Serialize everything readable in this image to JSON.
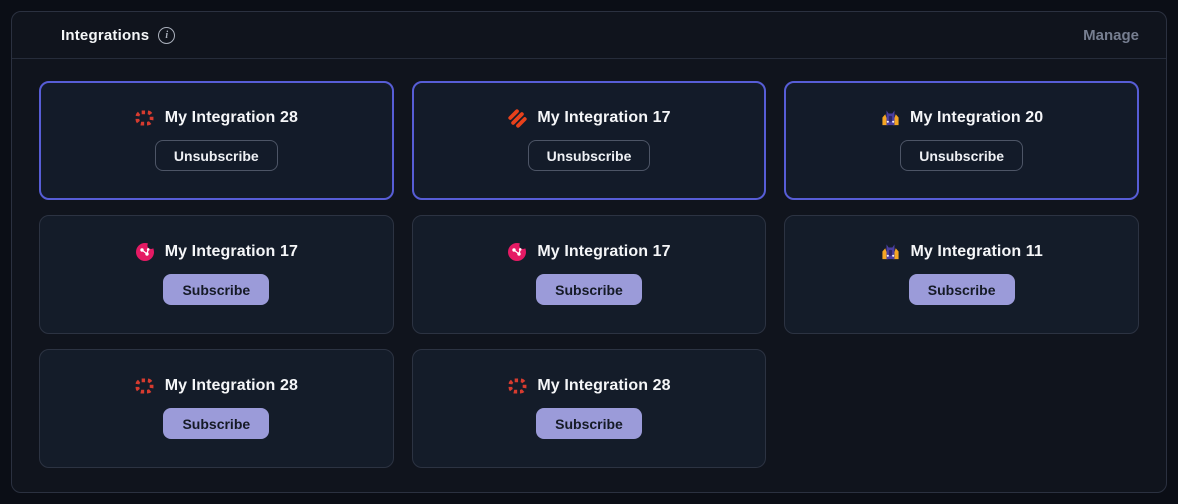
{
  "panel": {
    "title": "Integrations",
    "info_icon": "info-icon",
    "manage_label": "Manage"
  },
  "buttons": {
    "subscribe_label": "Subscribe",
    "unsubscribe_label": "Unsubscribe"
  },
  "cards": [
    {
      "name": "My Integration 28",
      "icon": "red-dashed-square-icon",
      "subscribed": true,
      "action": "Unsubscribe"
    },
    {
      "name": "My Integration 17",
      "icon": "orange-diagonal-stripes-icon",
      "subscribed": true,
      "action": "Unsubscribe"
    },
    {
      "name": "My Integration 20",
      "icon": "purple-mascot-icon",
      "subscribed": true,
      "action": "Unsubscribe"
    },
    {
      "name": "My Integration 17",
      "icon": "pink-graph-circle-icon",
      "subscribed": false,
      "action": "Subscribe"
    },
    {
      "name": "My Integration 17",
      "icon": "pink-graph-circle-icon",
      "subscribed": false,
      "action": "Subscribe"
    },
    {
      "name": "My Integration 11",
      "icon": "purple-mascot-icon",
      "subscribed": false,
      "action": "Subscribe"
    },
    {
      "name": "My Integration 28",
      "icon": "red-dashed-square-icon",
      "subscribed": false,
      "action": "Subscribe"
    },
    {
      "name": "My Integration 28",
      "icon": "red-dashed-square-icon",
      "subscribed": false,
      "action": "Subscribe"
    }
  ],
  "colors": {
    "page_background": "#0b0e16",
    "panel_background": "#10141d",
    "card_background": "#141c29",
    "subscribed_border": "#575dd6",
    "card_border": "#2c3342",
    "subscribe_button": "#9b9bd9",
    "subscribe_button_text": "#151a26",
    "unsubscribe_border": "#4d5566",
    "manage_text": "#767e90",
    "title_text": "#f4f6f8",
    "icon_red": "#d63b2f",
    "icon_orange": "#e8411b",
    "icon_pink": "#e51a64",
    "icon_purple": "#4b3fa0",
    "icon_flame": "#f5a623"
  }
}
